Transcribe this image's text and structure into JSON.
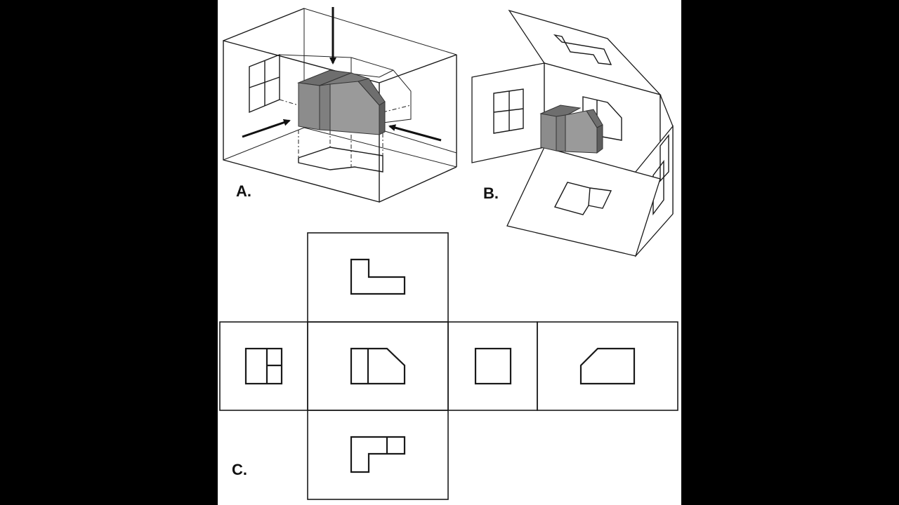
{
  "figure": {
    "labels": {
      "a": "A.",
      "b": "B.",
      "c": "C."
    },
    "colors": {
      "background": "#ffffff",
      "letterbox": "#000000",
      "line": "#1a1a1a",
      "block_front": "#9a9a9a",
      "block_top": "#6e6e6e",
      "block_side": "#7f7f7f"
    }
  }
}
